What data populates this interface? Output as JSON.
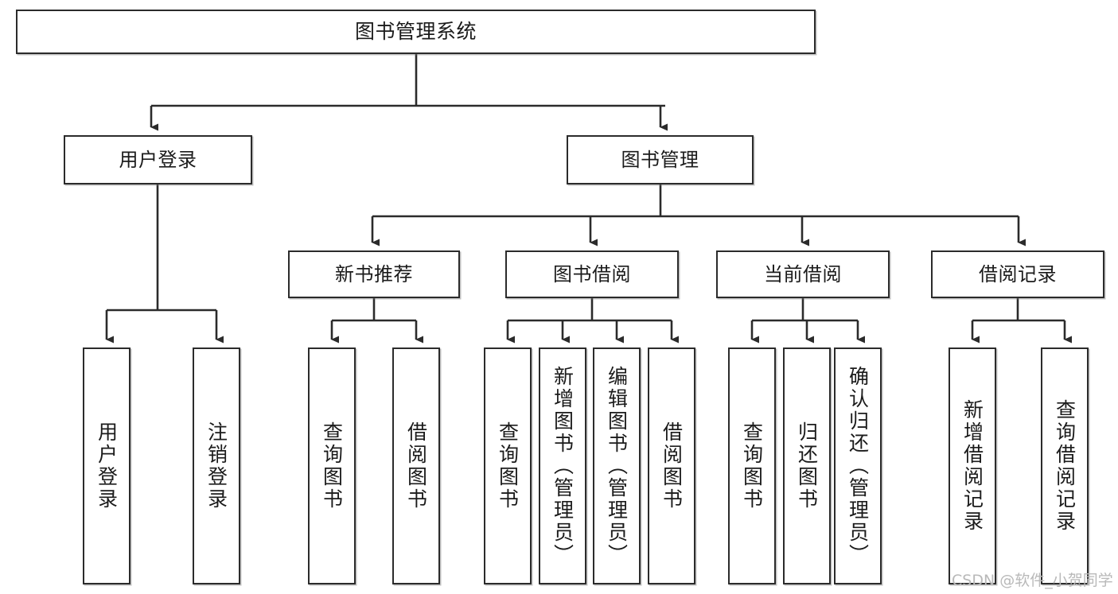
{
  "diagram": {
    "title": "图书管理系统",
    "watermark": "CSDN @软件_小贺同学",
    "colors": {
      "box_border": "#2b2b2b",
      "box_fill": "#ffffff",
      "connector": "#2b2b2b",
      "watermark": "#b9b9b9",
      "background": "#ffffff"
    },
    "root": {
      "label": "图书管理系统"
    },
    "level2": [
      {
        "label": "用户登录"
      },
      {
        "label": "图书管理"
      }
    ],
    "level3": [
      {
        "label": "新书推荐"
      },
      {
        "label": "图书借阅"
      },
      {
        "label": "当前借阅"
      },
      {
        "label": "借阅记录"
      }
    ],
    "leaves": {
      "user_login": [
        {
          "label": "用户登录"
        },
        {
          "label": "注销登录"
        }
      ],
      "new_book_recommend": [
        {
          "label": "查询图书"
        },
        {
          "label": "借阅图书"
        }
      ],
      "book_borrow": [
        {
          "label": "查询图书"
        },
        {
          "label": "新增图书（管理员）"
        },
        {
          "label": "编辑图书（管理员）"
        },
        {
          "label": "借阅图书"
        }
      ],
      "current_borrow": [
        {
          "label": "查询图书"
        },
        {
          "label": "归还图书"
        },
        {
          "label": "确认归还（管理员）"
        }
      ],
      "borrow_record": [
        {
          "label": "新增借阅记录"
        },
        {
          "label": "查询借阅记录"
        }
      ]
    }
  }
}
